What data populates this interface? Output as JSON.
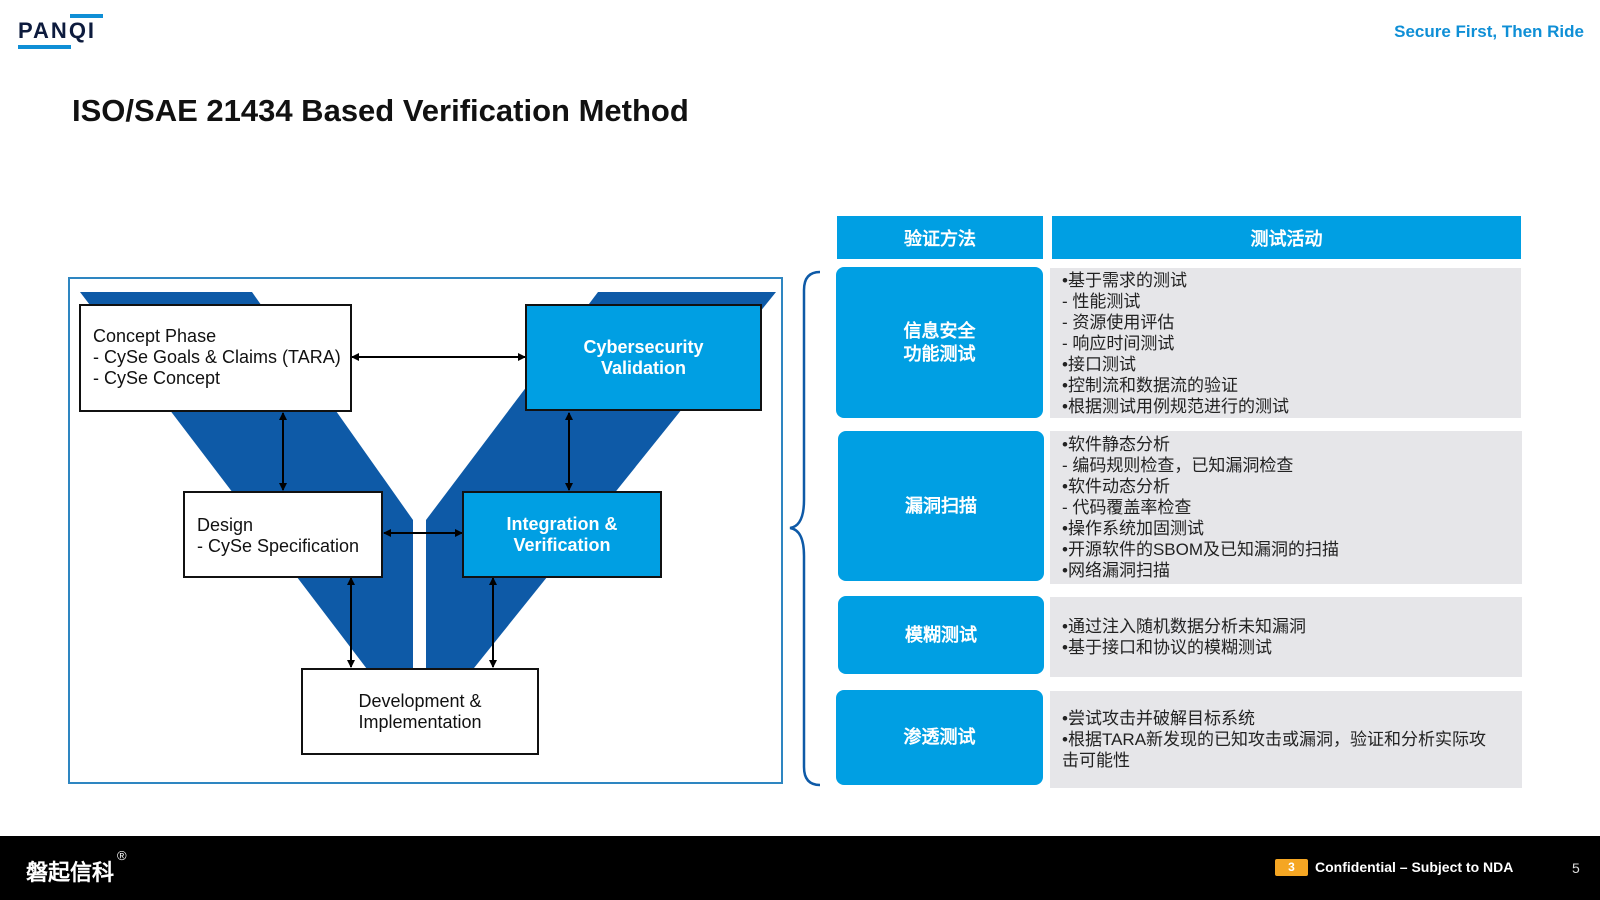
{
  "header": {
    "logo": "PANQI",
    "tagline": "Secure First, Then Ride"
  },
  "title": "ISO/SAE 21434 Based Verification Method",
  "diagram": {
    "concept": [
      "Concept Phase",
      "- CySe Goals & Claims (TARA)",
      "- CySe Concept"
    ],
    "design": [
      "Design",
      "- CySe Specification"
    ],
    "development": [
      "Development &",
      "Implementation"
    ],
    "integration": [
      "Integration &",
      "Verification"
    ],
    "validation": [
      "Cybersecurity",
      "Validation"
    ]
  },
  "table": {
    "headers": [
      "验证方法",
      "测试活动"
    ],
    "rows": [
      {
        "method": [
          "信息安全",
          "功能测试"
        ],
        "activities": [
          "•基于需求的测试",
          " - 性能测试",
          " - 资源使用评估",
          " - 响应时间测试",
          "•接口测试",
          "•控制流和数据流的验证",
          "•根据测试用例规范进行的测试"
        ]
      },
      {
        "method": [
          "漏洞扫描"
        ],
        "activities": [
          "•软件静态分析",
          " - 编码规则检查，已知漏洞检查",
          "•软件动态分析",
          " - 代码覆盖率检查",
          "•操作系统加固测试",
          "•开源软件的SBOM及已知漏洞的扫描",
          "•网络漏洞扫描"
        ]
      },
      {
        "method": [
          "模糊测试"
        ],
        "activities": [
          "•通过注入随机数据分析未知漏洞",
          "•基于接口和协议的模糊测试"
        ]
      },
      {
        "method": [
          "渗透测试"
        ],
        "activities": [
          "•尝试攻击并破解目标系统",
          "•根据TARA新发现的已知攻击或漏洞，验证和分析实际攻",
          " 击可能性"
        ]
      }
    ]
  },
  "footer": {
    "brand": "磐起信科",
    "registered": "®",
    "lock_level": "3",
    "confidential": "Confidential – Subject to NDA",
    "page_number": "5"
  },
  "colors": {
    "accent": "#009fe3",
    "v_shape": "#0e5aa7",
    "footer_bg": "#000000"
  }
}
